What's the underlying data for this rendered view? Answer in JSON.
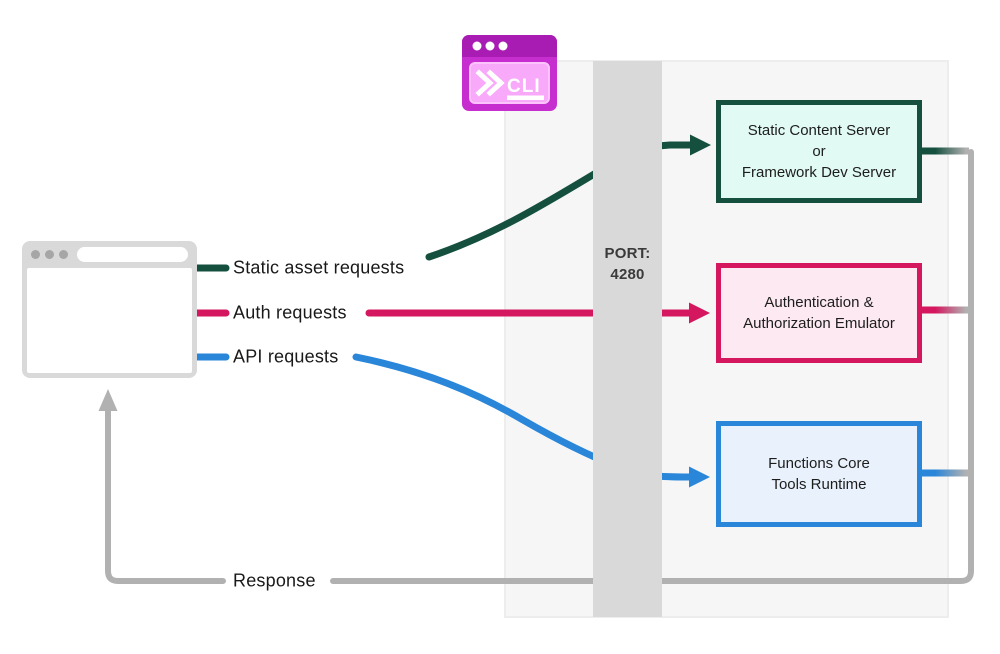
{
  "cli_icon": {
    "label": "CLI"
  },
  "labels": {
    "static": "Static asset requests",
    "auth": "Auth requests",
    "api": "API requests",
    "response": "Response"
  },
  "port": {
    "line1": "PORT:",
    "line2": "4280"
  },
  "boxes": {
    "static": {
      "line1": "Static Content Server",
      "line2": "or",
      "line3": "Framework Dev Server"
    },
    "auth": {
      "line1": "Authentication &",
      "line2": "Authorization Emulator"
    },
    "functions": {
      "line1": "Functions Core",
      "line2": "Tools Runtime"
    }
  },
  "colors": {
    "static_green": "#15503f",
    "auth_pink": "#d4175e",
    "api_blue": "#2a86d9",
    "response_gray": "#b1b1b1",
    "panel_fill": "#f6f6f6",
    "port_bar": "#d9d9d9",
    "browser_chrome": "#d9d9d9",
    "cli_topbar": "#a81cb4",
    "cli_body": "#c72ecf",
    "cli_inner": "#f9a9f9"
  }
}
